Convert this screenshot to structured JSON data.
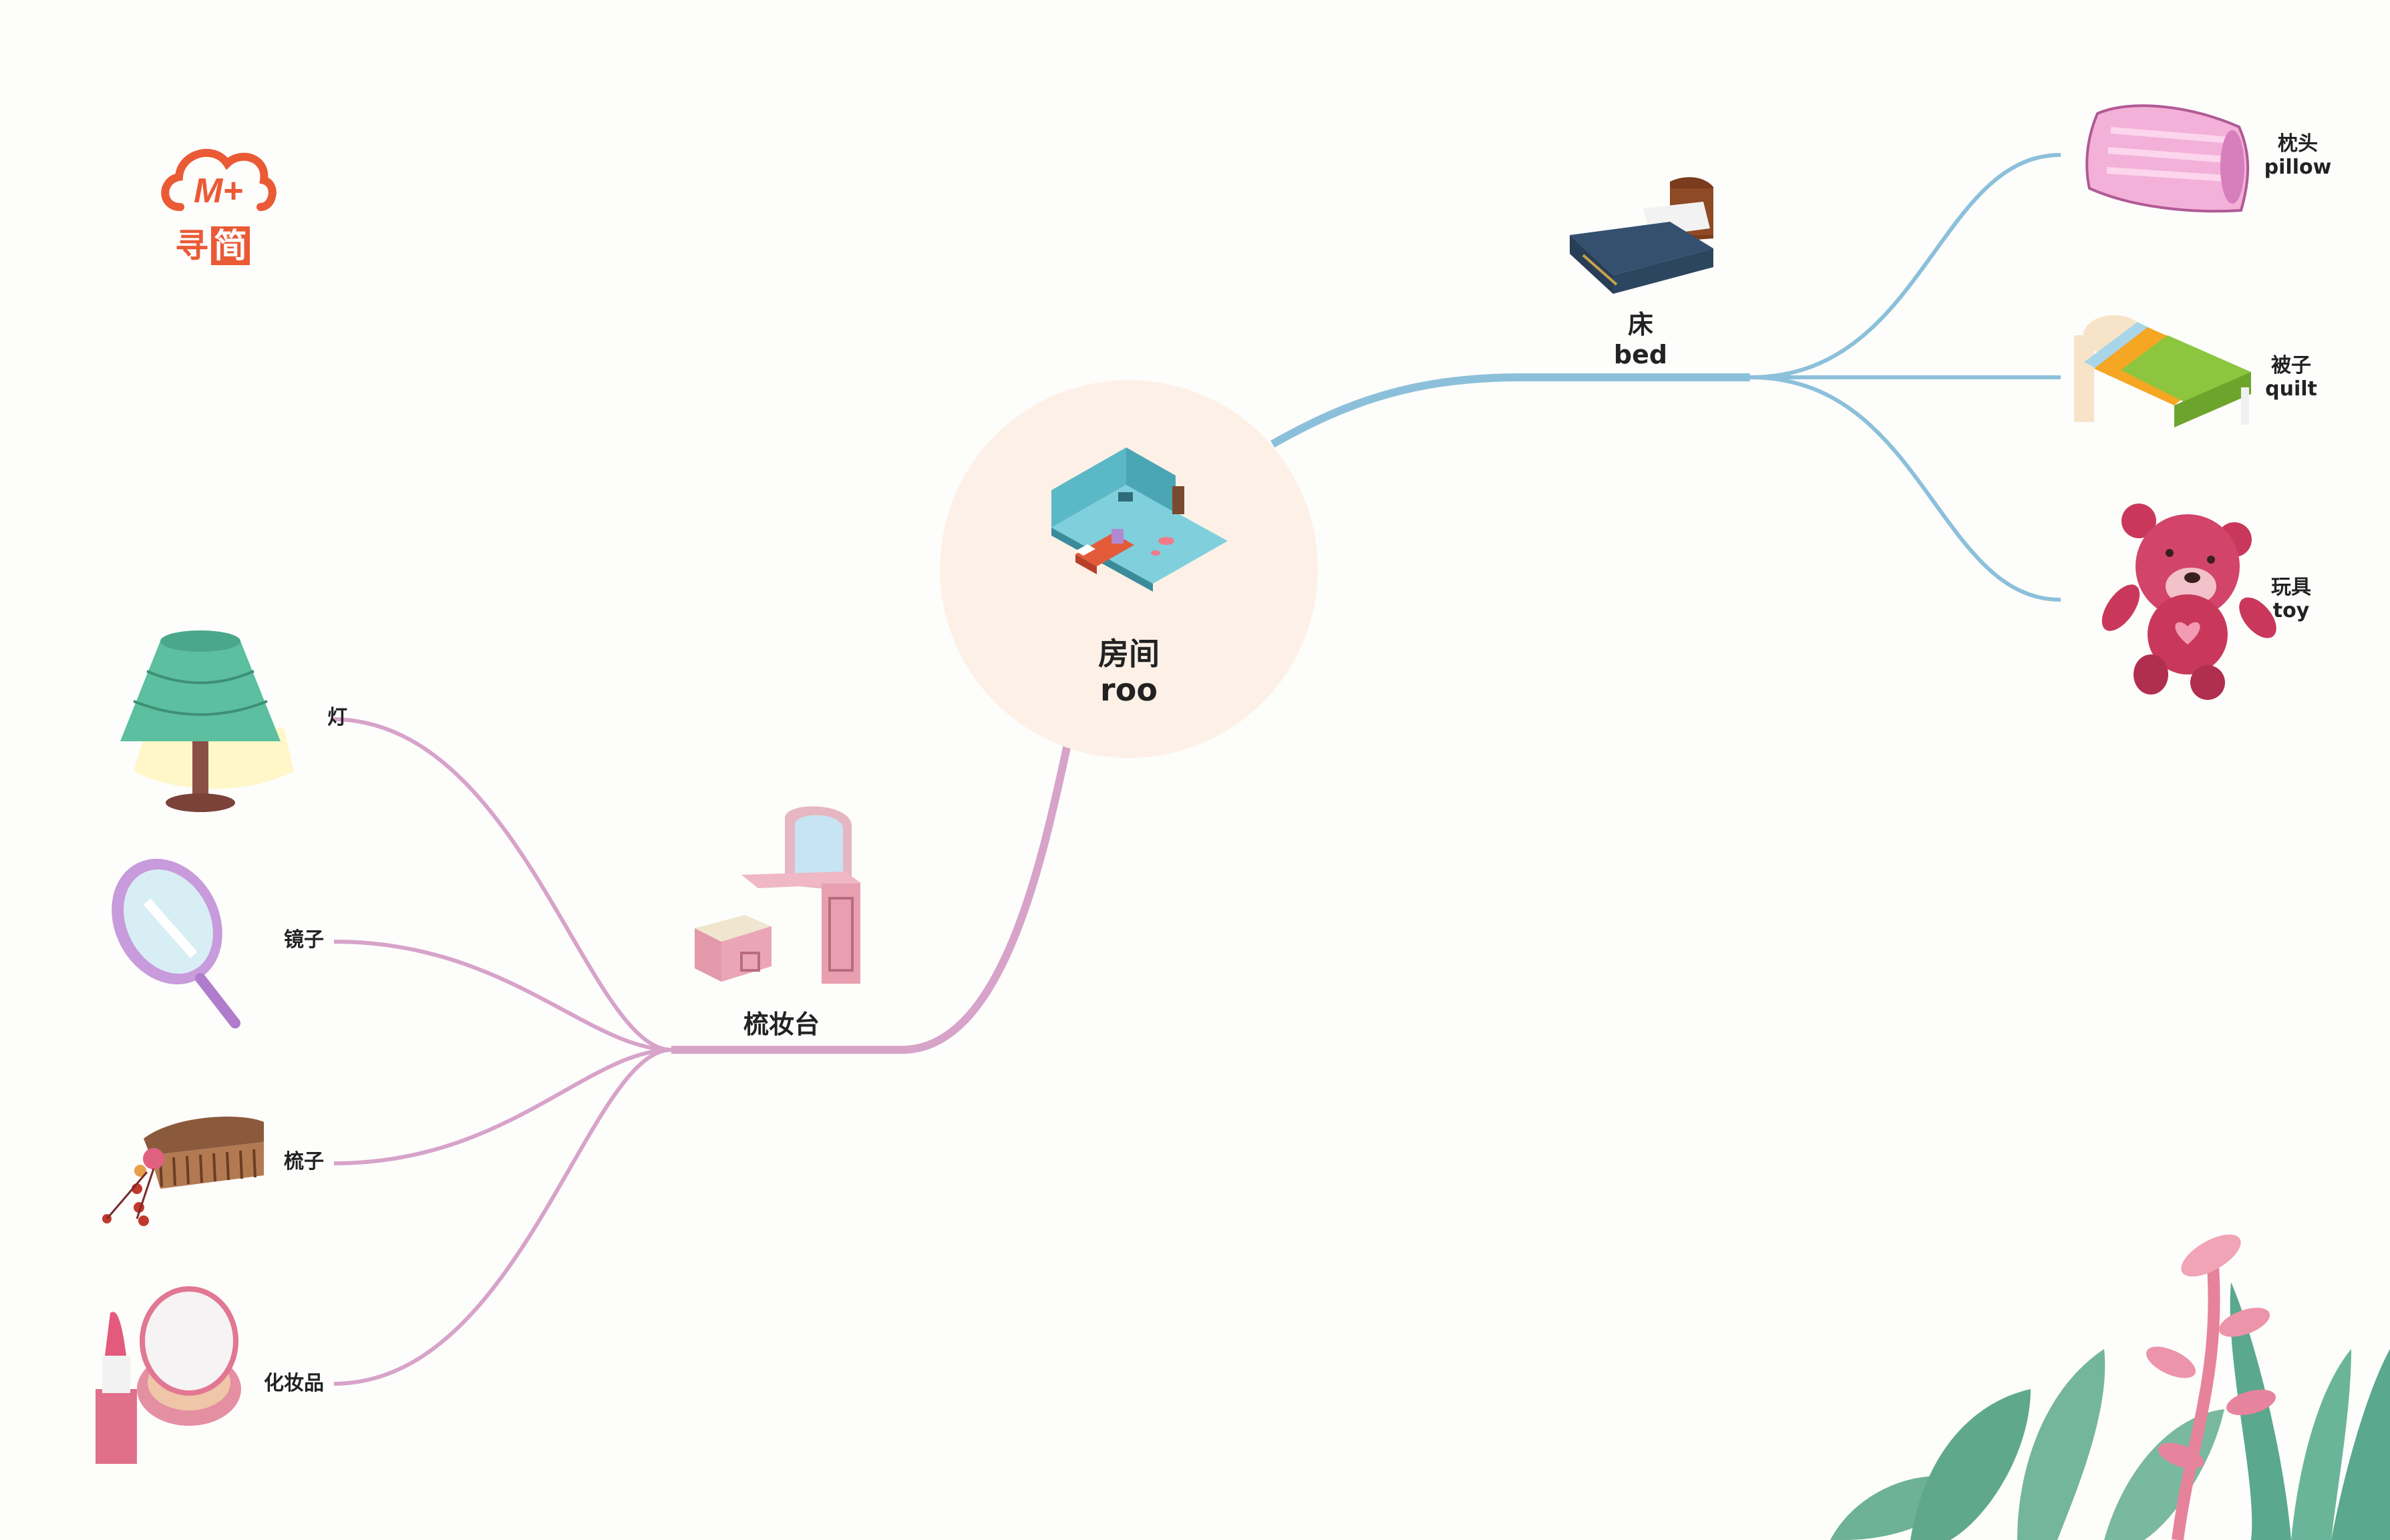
{
  "logo": {
    "text_left": "寻",
    "text_right": "简",
    "mark": "M+"
  },
  "colors": {
    "background": "#fdfdfc",
    "center_fill": "#fdf1e7",
    "bed_branch": "#8cc0da",
    "dresser_branch": "#d7a3c9",
    "brand": "#ea5a35"
  },
  "center": {
    "line1": "房间",
    "line2": "roo",
    "icon": "room-icon"
  },
  "bed": {
    "line1": "床",
    "line2": "bed",
    "icon": "bed-icon",
    "children": [
      {
        "line1": "枕头",
        "line2": "pillow",
        "icon": "pillow-icon"
      },
      {
        "line1": "被子",
        "line2": "quilt",
        "icon": "quilt-bed-icon"
      },
      {
        "line1": "玩具",
        "line2": "toy",
        "icon": "teddy-bear-icon"
      }
    ]
  },
  "dresser": {
    "line1": "梳妆台",
    "icon": "dresser-icon",
    "children": [
      {
        "line1": "灯",
        "icon": "lamp-icon"
      },
      {
        "line1": "镜子",
        "icon": "mirror-icon"
      },
      {
        "line1": "梳子",
        "icon": "comb-icon"
      },
      {
        "line1": "化妆品",
        "icon": "cosmetics-icon"
      }
    ]
  },
  "decoration": {
    "icon": "plant-decoration-icon"
  }
}
